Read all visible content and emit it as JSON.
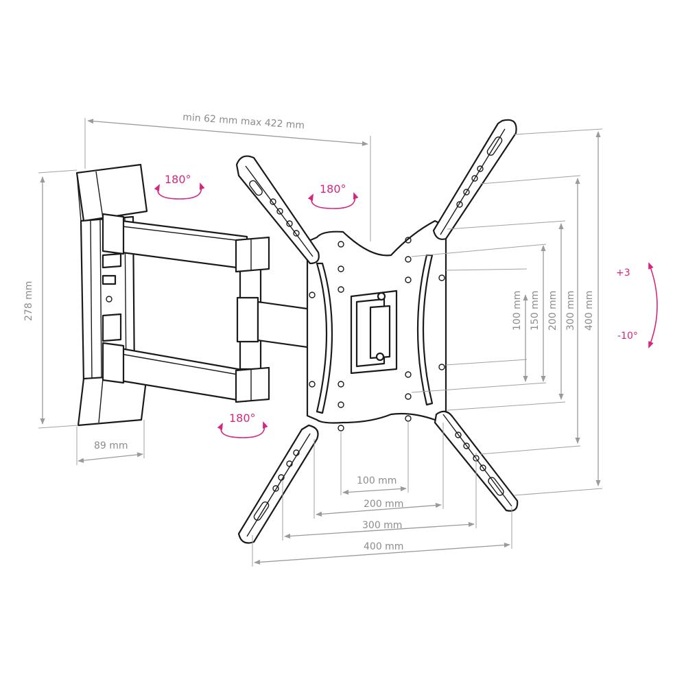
{
  "colors": {
    "line": "#1a1a1a",
    "dimension": "#9a9a9a",
    "dimension_text": "#8c8c8c",
    "accent": "#d6257e"
  },
  "dimensions": {
    "arm_extension": "min 62 mm max 422 mm",
    "wall_plate_height": "278 mm",
    "wall_plate_width": "89 mm",
    "h_100": "100 mm",
    "h_200": "200 mm",
    "h_300": "300 mm",
    "h_400": "400 mm",
    "v_100": "100 mm",
    "v_150": "150 mm",
    "v_200": "200 mm",
    "v_300": "300 mm",
    "v_400": "400 mm"
  },
  "rotations": {
    "wall_pivot": "180°",
    "arm_pivot": "180°",
    "bottom_pivot": "180°"
  },
  "tilt": {
    "up": "+3",
    "down": "-10°"
  }
}
